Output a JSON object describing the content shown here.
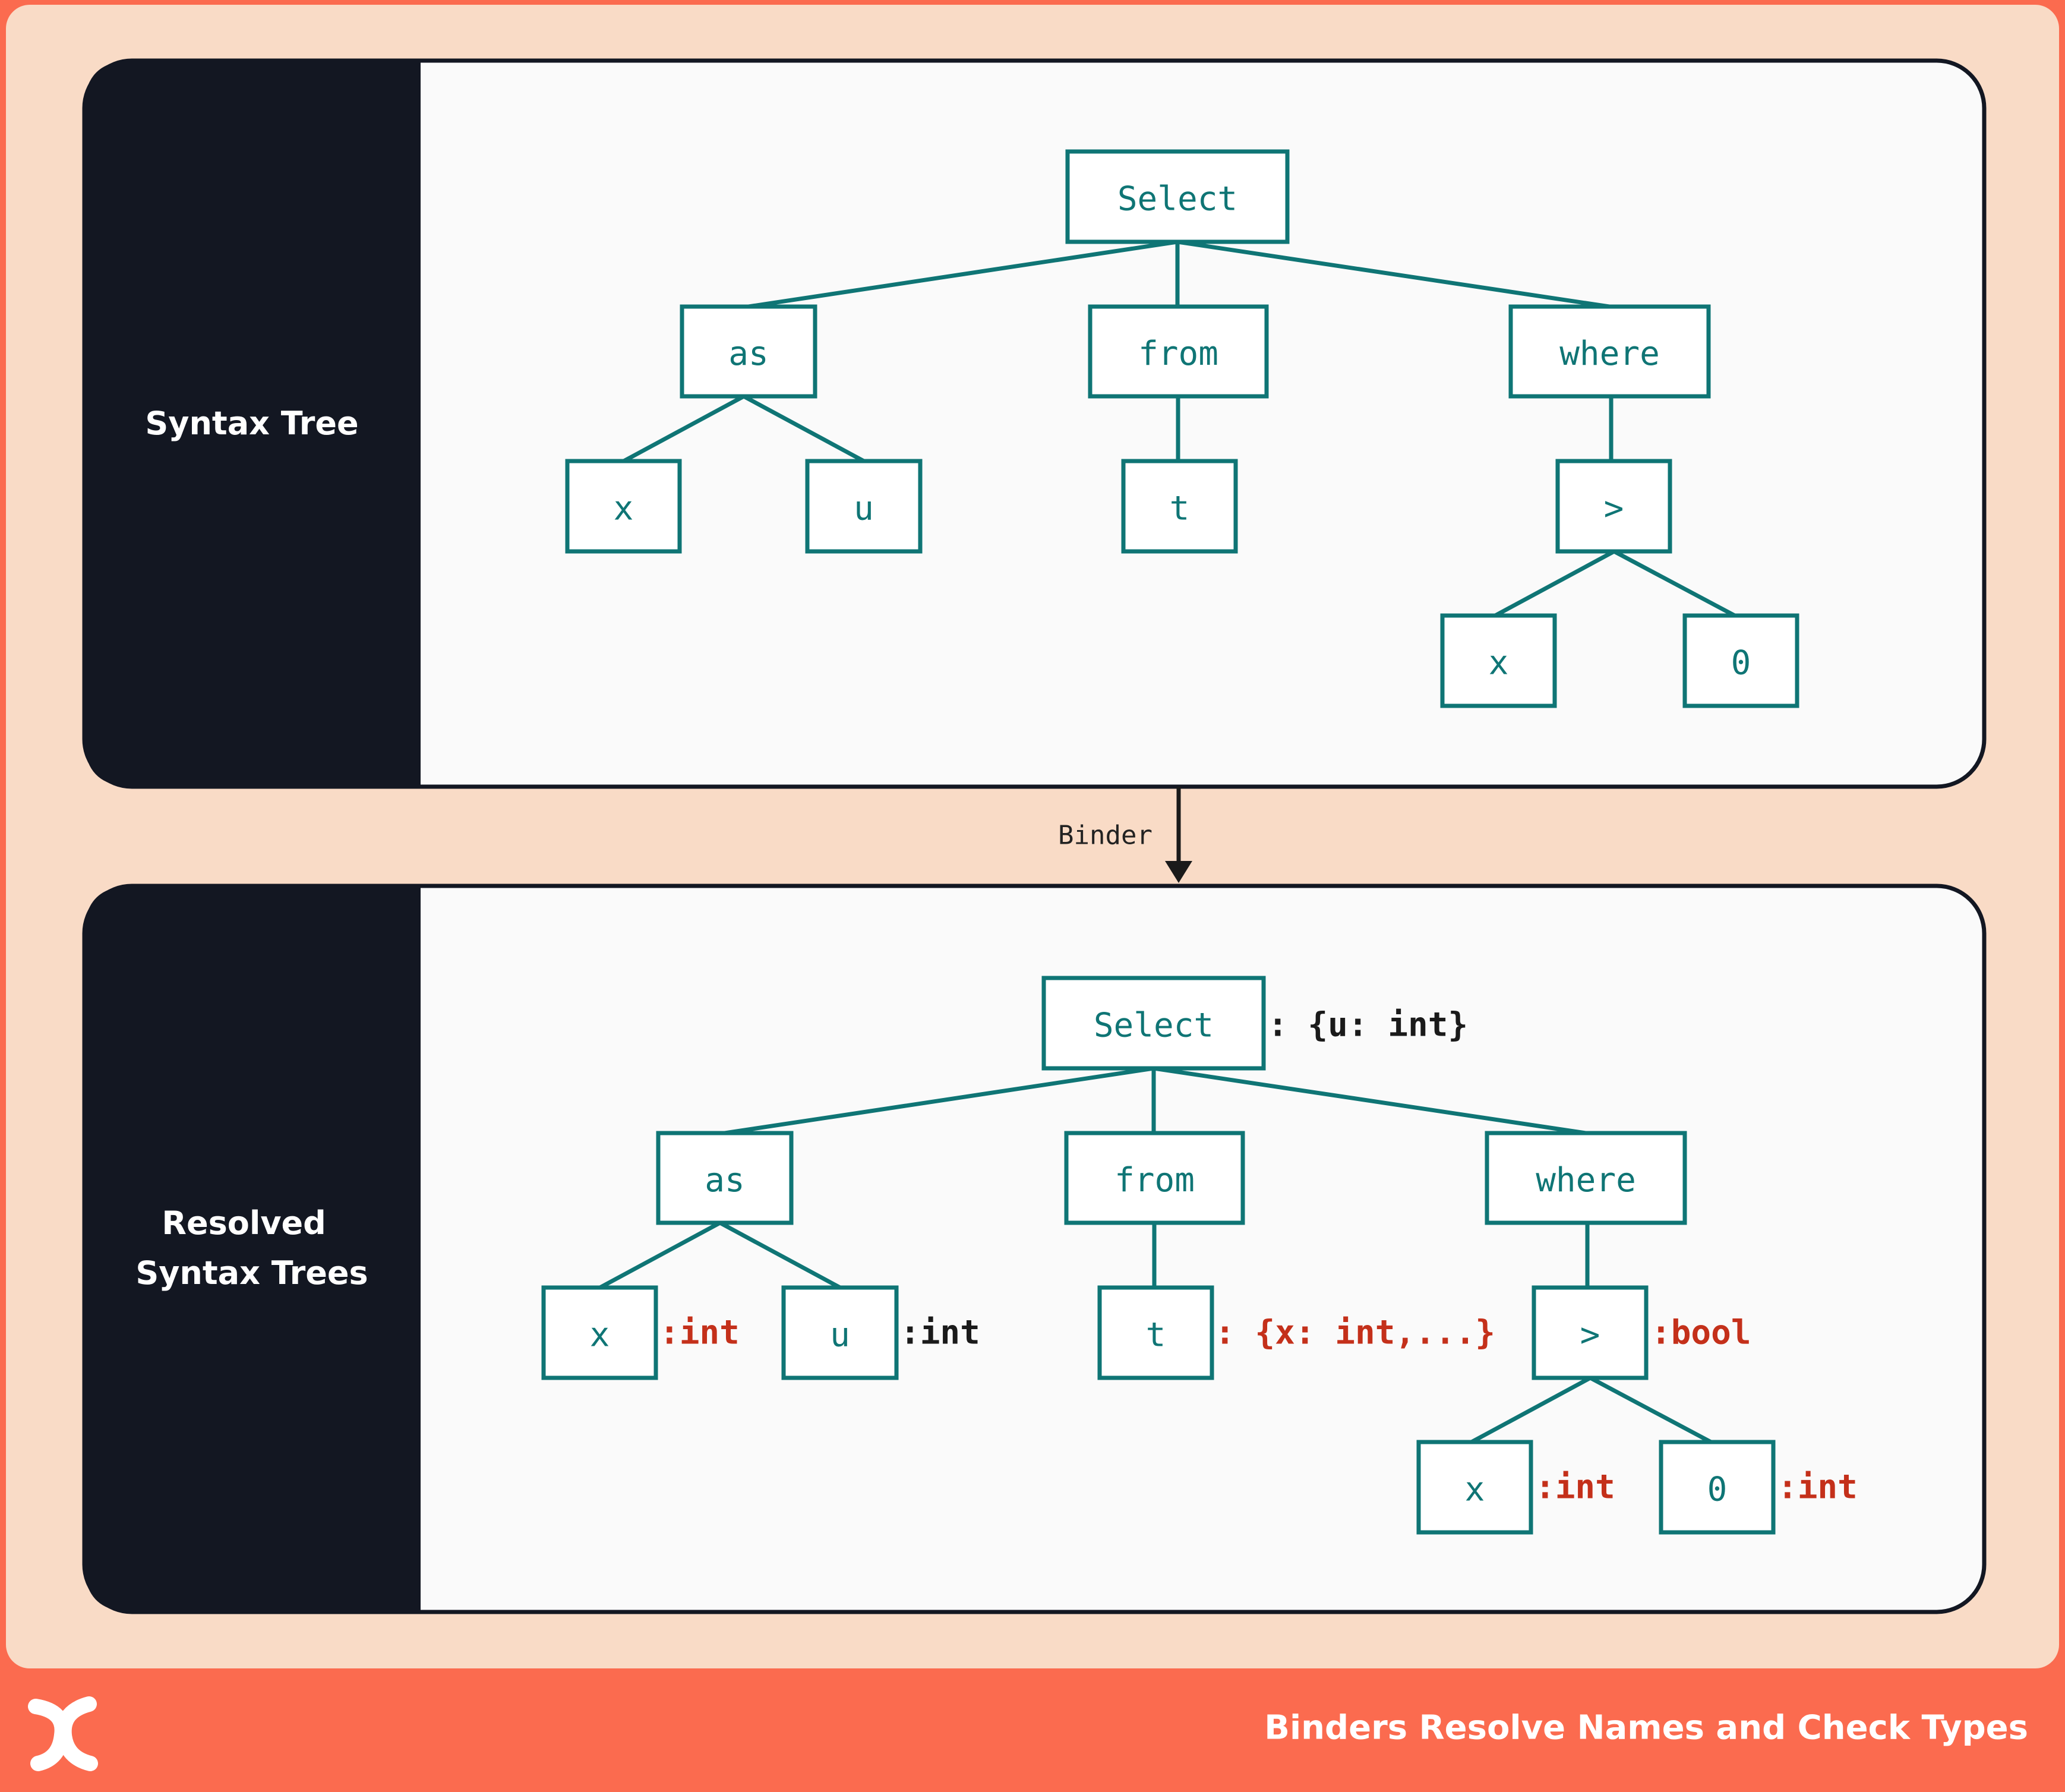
{
  "colors": {
    "frame": "#fb6b4f",
    "canvas": "#f9dbc6",
    "panel_dark": "#131722",
    "panel_light": "#fafafa",
    "node": "#0f7575",
    "annotation_red": "#c4301a",
    "annotation_dark": "#1a1a1a"
  },
  "panels": {
    "top": {
      "title_lines": [
        "Syntax Tree"
      ]
    },
    "bottom": {
      "title_lines": [
        "Resolved",
        "Syntax Trees"
      ]
    }
  },
  "binder_label": "Binder",
  "trees": {
    "top": {
      "nodes": [
        {
          "id": "select",
          "label": "Select"
        },
        {
          "id": "as",
          "label": "as"
        },
        {
          "id": "from",
          "label": "from"
        },
        {
          "id": "where",
          "label": "where"
        },
        {
          "id": "x1",
          "label": "x"
        },
        {
          "id": "u",
          "label": "u"
        },
        {
          "id": "t",
          "label": "t"
        },
        {
          "id": "gt",
          "label": ">"
        },
        {
          "id": "x2",
          "label": "x"
        },
        {
          "id": "zero",
          "label": "0"
        }
      ]
    },
    "bottom": {
      "nodes": [
        {
          "id": "select",
          "label": "Select",
          "annotation": ": {u: int}",
          "ann_color": "dark"
        },
        {
          "id": "as",
          "label": "as"
        },
        {
          "id": "from",
          "label": "from"
        },
        {
          "id": "where",
          "label": "where"
        },
        {
          "id": "x1",
          "label": "x",
          "annotation": ":int",
          "ann_color": "red"
        },
        {
          "id": "u",
          "label": "u",
          "annotation": ":int",
          "ann_color": "dark"
        },
        {
          "id": "t",
          "label": "t",
          "annotation": ": {x: int,...}",
          "ann_color": "red"
        },
        {
          "id": "gt",
          "label": ">",
          "annotation": ":bool",
          "ann_color": "red"
        },
        {
          "id": "x2",
          "label": "x",
          "annotation": ":int",
          "ann_color": "red"
        },
        {
          "id": "zero",
          "label": "0",
          "annotation": ":int",
          "ann_color": "red"
        }
      ]
    }
  },
  "logo": {
    "icon": "x-logo-icon"
  },
  "caption": "Binders Resolve Names and Check Types"
}
